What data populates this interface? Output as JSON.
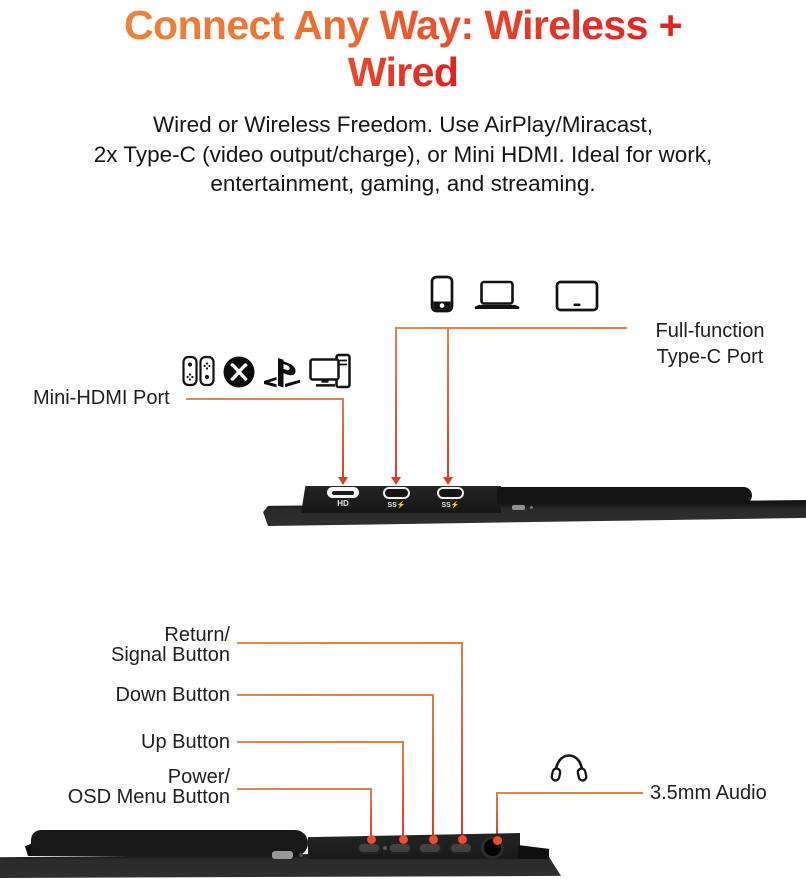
{
  "title": {
    "line1": "Connect Any Way: Wireless +",
    "line2": "Wired"
  },
  "subtitle": {
    "line1": "Wired or Wireless Freedom. Use AirPlay/Miracast,",
    "line2": "2x Type-C (video output/charge), or Mini HDMI. Ideal for work,",
    "line3": "entertainment, gaming, and streaming."
  },
  "top_diagram": {
    "mini_hdmi_label": "Mini-HDMI Port",
    "type_c_label_line1": "Full-function",
    "type_c_label_line2": "Type-C Port",
    "port_hdmi_label": "HD",
    "port_c1_label": "SS⚡",
    "port_c2_label": "SS⚡",
    "device_icons": [
      "smartphone-icon",
      "laptop-icon",
      "monitor-icon"
    ],
    "console_icons": [
      "nintendo-switch-icon",
      "xbox-icon",
      "playstation-icon",
      "desktop-pc-icon"
    ]
  },
  "bottom_diagram": {
    "return_label_line1": "Return/",
    "return_label_line2": "Signal Button",
    "down_label": "Down Button",
    "up_label": "Up Button",
    "power_label_line1": "Power/",
    "power_label_line2": "OSD Menu Button",
    "audio_label": "3.5mm Audio",
    "audio_icon": "headphones-icon"
  },
  "colors": {
    "title_gradient_start": "#f0813a",
    "title_gradient_end": "#e31f23",
    "callout_orange": "#dd8049",
    "callout_red": "#e23a28",
    "body_text": "#161616",
    "monitor_body": "#2b2b2b",
    "monitor_deck": "#1d1d1d"
  }
}
